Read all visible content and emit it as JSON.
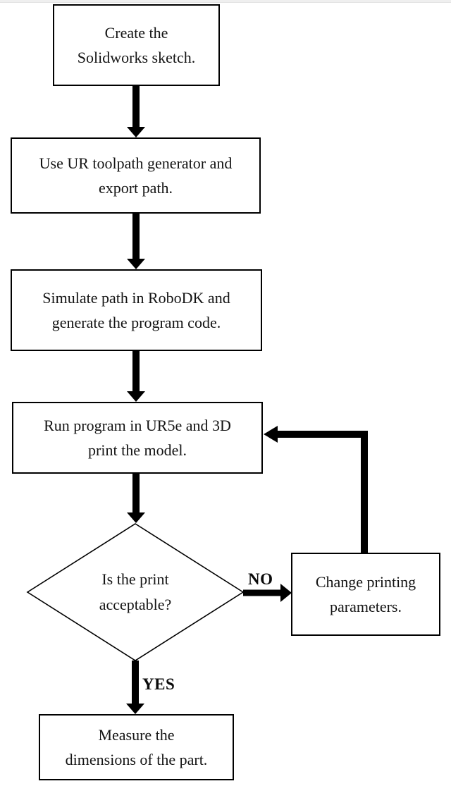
{
  "flowchart": {
    "nodes": {
      "create_sketch": {
        "lines": [
          "Create the",
          "Solidworks sketch."
        ]
      },
      "toolpath": {
        "lines": [
          "Use UR toolpath generator and",
          "export path."
        ]
      },
      "simulate": {
        "lines": [
          "Simulate path in RoboDK and",
          "generate the program code."
        ]
      },
      "run_program": {
        "lines": [
          "Run program in UR5e and 3D",
          "print the model."
        ]
      },
      "decision": {
        "lines": [
          "Is the print",
          "acceptable?"
        ]
      },
      "change_params": {
        "lines": [
          "Change printing",
          "parameters."
        ]
      },
      "measure": {
        "lines": [
          "Measure the",
          "dimensions of the part."
        ]
      }
    },
    "branch_labels": {
      "no": "NO",
      "yes": "YES"
    },
    "edges": [
      {
        "from": "create_sketch",
        "to": "toolpath"
      },
      {
        "from": "toolpath",
        "to": "simulate"
      },
      {
        "from": "simulate",
        "to": "run_program"
      },
      {
        "from": "run_program",
        "to": "decision"
      },
      {
        "from": "decision",
        "to": "change_params",
        "label": "NO"
      },
      {
        "from": "change_params",
        "to": "run_program"
      },
      {
        "from": "decision",
        "to": "measure",
        "label": "YES"
      }
    ],
    "colors": {
      "line": "#000000",
      "node_fill": "#ffffff",
      "text": "#141414",
      "background": "#ffffff"
    }
  }
}
